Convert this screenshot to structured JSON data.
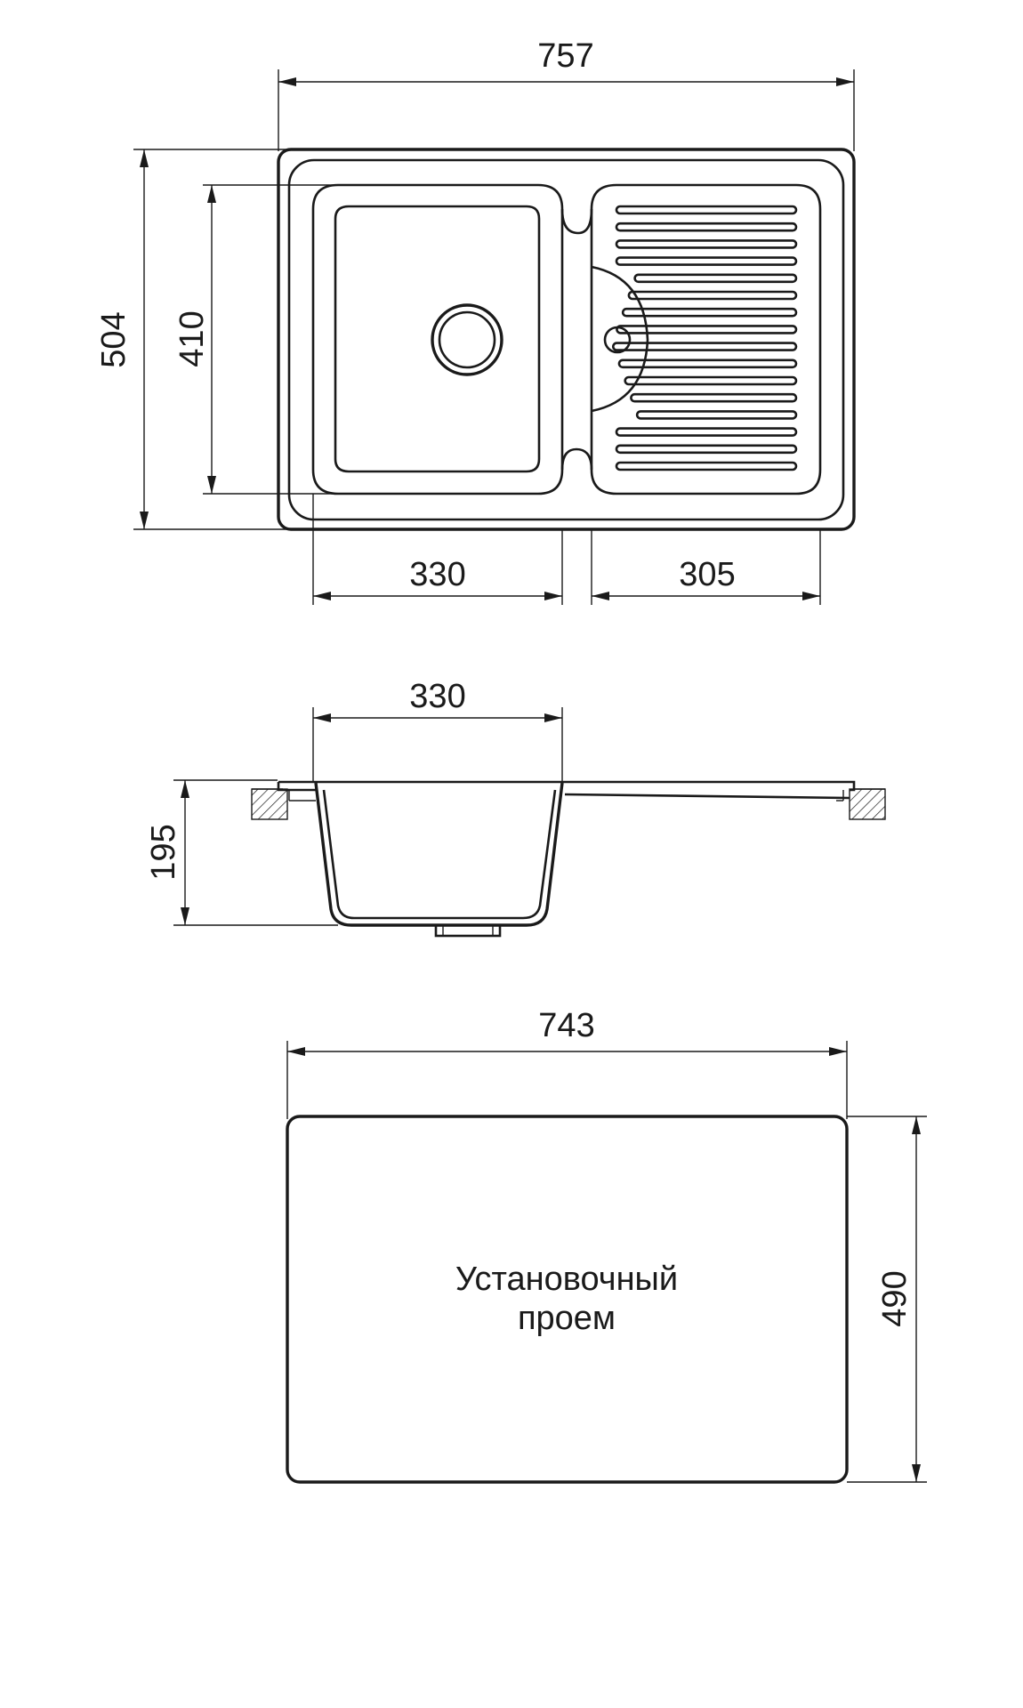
{
  "top_view": {
    "overall_width": "757",
    "overall_depth": "504",
    "bowl_depth": "410",
    "bowl_width": "330",
    "drainer_width": "305"
  },
  "side_view": {
    "bowl_width": "330",
    "bowl_height": "195"
  },
  "cutout_view": {
    "width": "743",
    "height": "490",
    "label_line1": "Установочный",
    "label_line2": "проем"
  },
  "colors": {
    "line": "#1a1a1a",
    "background": "#ffffff"
  }
}
